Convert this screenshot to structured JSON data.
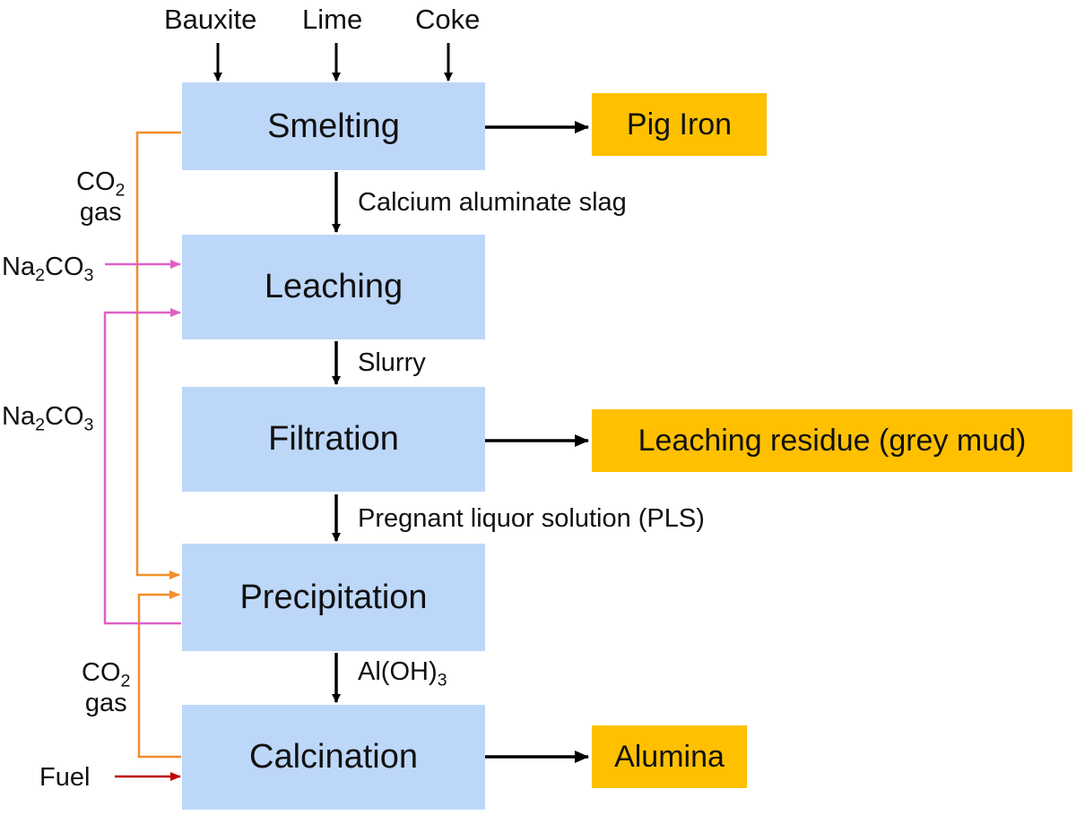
{
  "inputs": {
    "bauxite": "Bauxite",
    "lime": "Lime",
    "coke": "Coke"
  },
  "steps": {
    "smelting": "Smelting",
    "leaching": "Leaching",
    "filtration": "Filtration",
    "precipitation": "Precipitation",
    "calcination": "Calcination"
  },
  "intermediates": {
    "slag": "Calcium aluminate slag",
    "slurry": "Slurry",
    "pls": "Pregnant liquor solution (PLS)",
    "hydroxide_prefix": "Al(OH)",
    "hydroxide_sub": "3"
  },
  "products": {
    "pig_iron": "Pig Iron",
    "residue": "Leaching residue (grey mud)",
    "alumina": "Alumina"
  },
  "side_streams": {
    "co2_prefix": "CO",
    "co2_sub": "2",
    "gas": "gas",
    "soda_na": "Na",
    "soda_sub1": "2",
    "soda_co": "CO",
    "soda_sub2": "3",
    "fuel": "Fuel"
  },
  "colors": {
    "process_box": "#bdd7f8",
    "product_box": "#ffc000",
    "main_flow": "#000000",
    "co2_line": "#f28e2b",
    "soda_line": "#e060c8",
    "fuel_line": "#c00000"
  }
}
